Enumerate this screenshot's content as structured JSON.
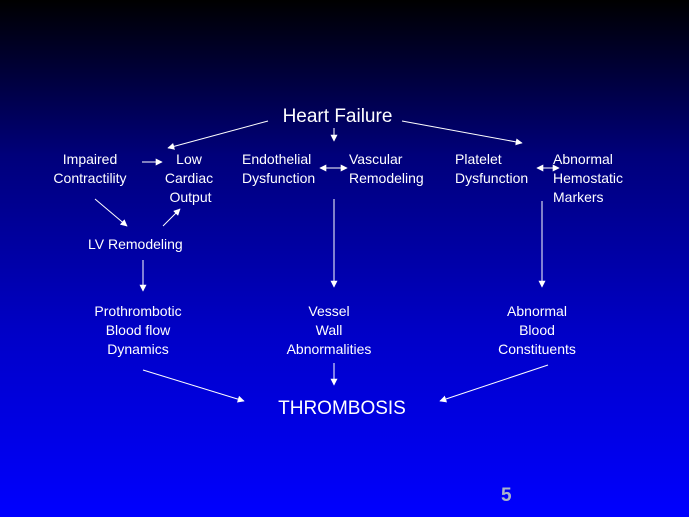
{
  "title": "Heart Failure",
  "nodes": {
    "impaired_contractility": [
      "Impaired",
      "Contractility"
    ],
    "low_cardiac_output": [
      "Low",
      "Cardiac",
      "Output"
    ],
    "endothelial_dysfunction": [
      "Endothelial",
      "Dysfunction"
    ],
    "vascular_remodeling": [
      "Vascular",
      "Remodeling"
    ],
    "platelet_dysfunction": [
      "Platelet",
      "Dysfunction"
    ],
    "abnormal_hemostatic_markers": [
      "Abnormal",
      "Hemostatic",
      "Markers"
    ],
    "lv_remodeling": "LV Remodeling",
    "prothrombotic_blood_flow": [
      "Prothrombotic",
      "Blood flow",
      "Dynamics"
    ],
    "vessel_wall": [
      "Vessel",
      "Wall",
      "Abnormalities"
    ],
    "abnormal_blood": [
      "Abnormal",
      "Blood",
      "Constituents"
    ]
  },
  "outcome": "THROMBOSIS",
  "page_number": "5"
}
